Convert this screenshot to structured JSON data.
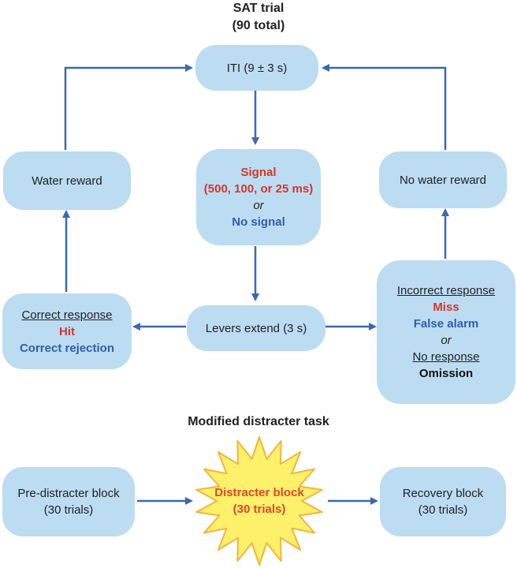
{
  "sat": {
    "title_line1": "SAT trial",
    "title_line2": "(90 total)",
    "iti": "ITI (9 ± 3 s)",
    "water_reward": "Water reward",
    "no_water_reward": "No water reward",
    "signal_label": "Signal",
    "signal_durations": "(500, 100, or 25 ms)",
    "or": "or",
    "no_signal": "No signal",
    "levers_extend": "Levers extend (3 s)",
    "correct_response": "Correct response",
    "hit": "Hit",
    "correct_rejection": "Correct rejection",
    "incorrect_response": "Incorrect response",
    "miss": "Miss",
    "false_alarm": "False alarm",
    "no_response": "No response",
    "omission": "Omission"
  },
  "distracter": {
    "title": "Modified distracter task",
    "pre_block": "Pre-distracter block",
    "pre_trials": "(30 trials)",
    "distracter_block": "Distracter block",
    "distracter_trials": "(30 trials)",
    "recovery_block": "Recovery block",
    "recovery_trials": "(30 trials)"
  },
  "colors": {
    "box_fill": "#bcdcf2",
    "arrow": "#3b68b3",
    "signal_red": "#d3372c",
    "blue_text": "#2f5fa8",
    "star_fill": "#fdf06a",
    "star_stroke": "#f5b43a"
  }
}
